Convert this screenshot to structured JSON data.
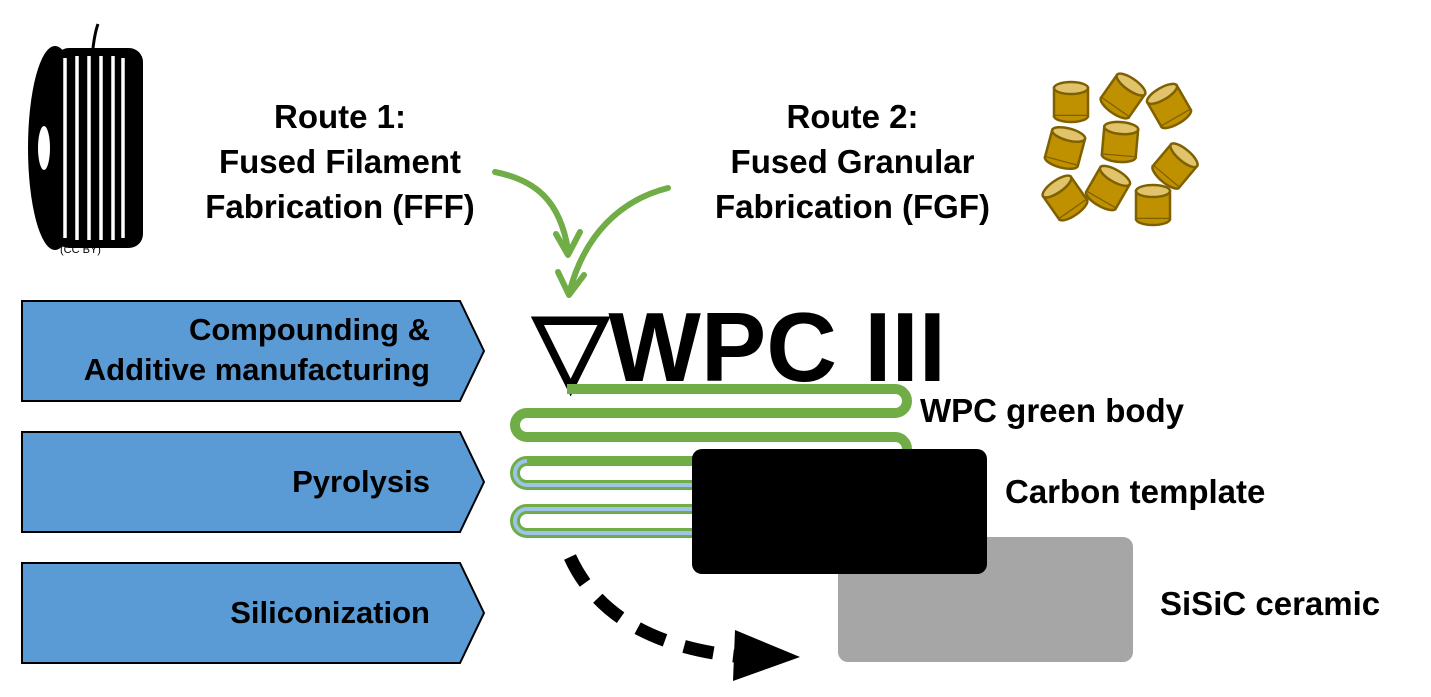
{
  "routes": {
    "route1": [
      "Route 1:",
      "Fused Filament",
      "Fabrication (FFF)"
    ],
    "route2": [
      "Route 2:",
      "Fused Granular",
      "Fabrication (FGF)"
    ]
  },
  "spool": {
    "credit": "(CC BY)"
  },
  "title": {
    "symbol": "▽",
    "text": "WPC III"
  },
  "steps": {
    "compounding": [
      "Compounding &",
      "Additive manufacturing"
    ],
    "pyrolysis": "Pyrolysis",
    "siliconization": "Siliconization"
  },
  "stages": {
    "green_body": "WPC green body",
    "carbon": "Carbon template",
    "ceramic": "SiSiC ceramic"
  },
  "colors": {
    "step_fill": "#5b9bd5",
    "green": "#70ad47",
    "light_blue": "#9dc3e6",
    "carbon": "#000000",
    "ceramic": "#a6a6a6",
    "granule": "#bf9000",
    "granule_top": "#e0c36a"
  },
  "icons": [
    "filament-spool-icon",
    "granules-icon",
    "curved-arrow-icon",
    "dashed-arrow-icon"
  ]
}
